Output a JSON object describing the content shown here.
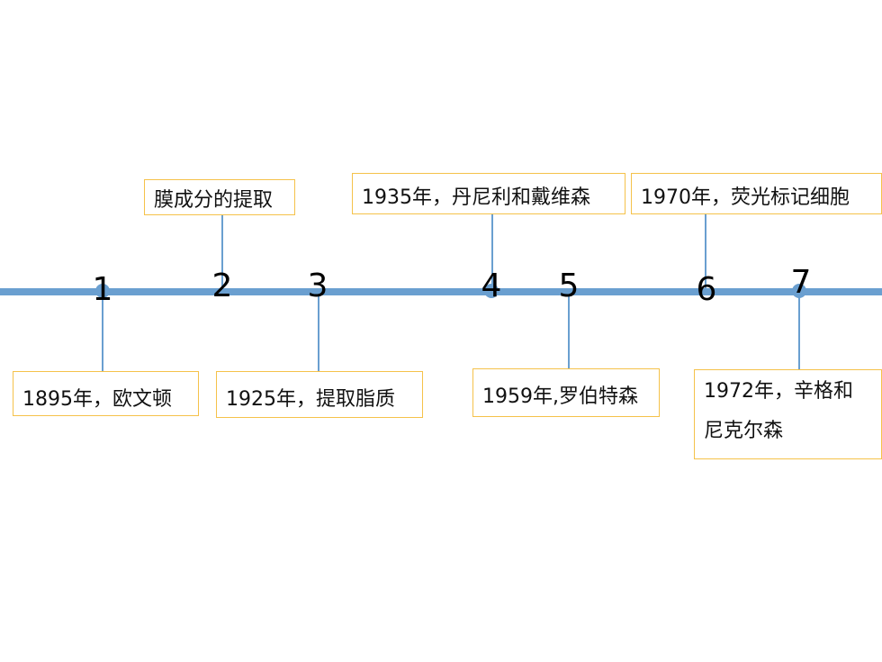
{
  "timeline": {
    "markers": [
      "1",
      "2",
      "3",
      "4",
      "5",
      "6",
      "7"
    ],
    "events": {
      "e1895": "1895年，欧文顿",
      "membrane": "膜成分的提取",
      "e1925": "1925年，提取脂质",
      "e1935": "1935年，丹尼利和戴维森",
      "e1959": "1959年,罗伯特森",
      "e1970": "1970年，荧光标记细胞",
      "e1972": "1972年，辛格和尼克尔森"
    }
  },
  "colors": {
    "axis": "#6a9fd0",
    "box_border": "#f5c24a"
  }
}
